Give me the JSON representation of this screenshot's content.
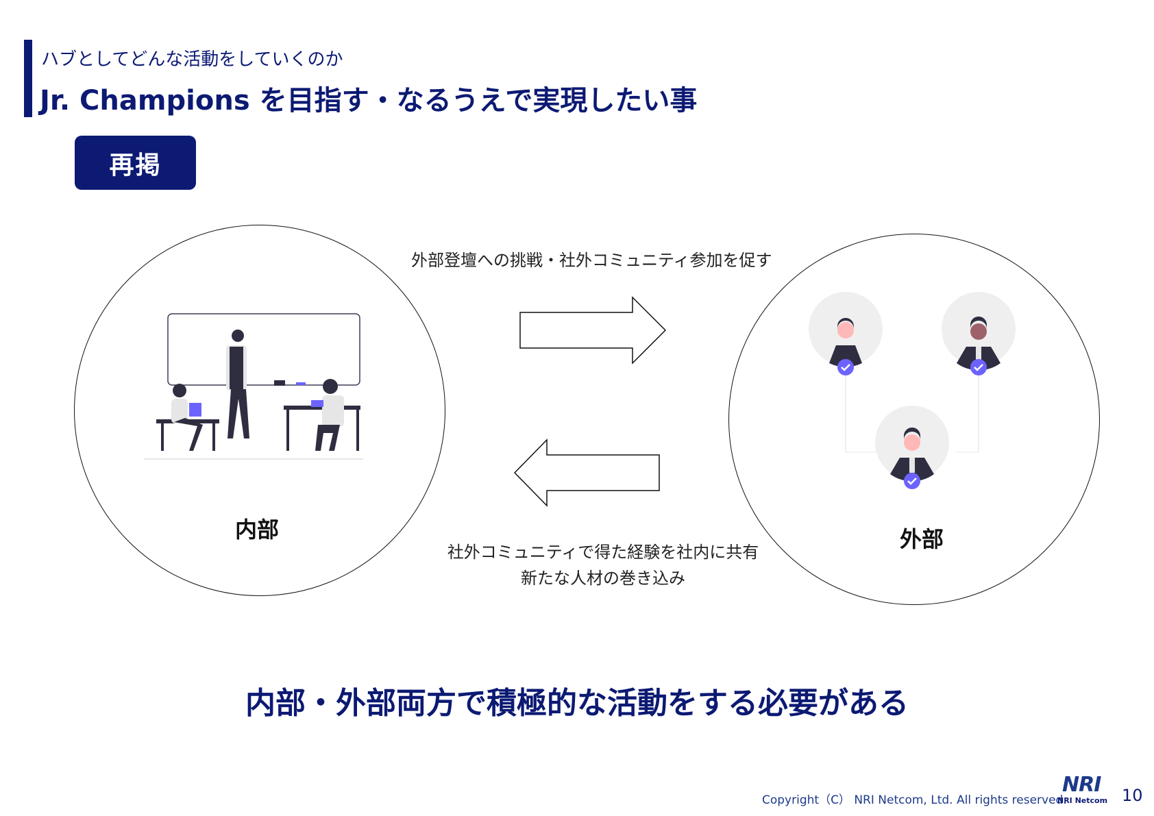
{
  "header": {
    "subtitle": "ハブとしてどんな活動をしていくのか",
    "title": "Jr. Champions を目指す・なるうえで実現したい事"
  },
  "badge": {
    "label": "再掲"
  },
  "diagram": {
    "internal_label": "内部",
    "external_label": "外部",
    "top_caption": "外部登壇への挑戦・社外コミュニティ参加を促す",
    "bottom_caption_line1": "社外コミュニティで得た経験を社内に共有",
    "bottom_caption_line2": "新たな人材の巻き込み"
  },
  "conclusion": "内部・外部両方で積極的な活動をする必要がある",
  "footer": {
    "copyright": "Copyright（C） NRI Netcom, Ltd. All rights reserved.",
    "logo_mark": "NRI",
    "logo_text": "NRI Netcom",
    "page_number": "10"
  },
  "colors": {
    "brand": "#0c1a73",
    "accent_purple": "#6c63ff",
    "avatar_bg": "#efefef"
  }
}
